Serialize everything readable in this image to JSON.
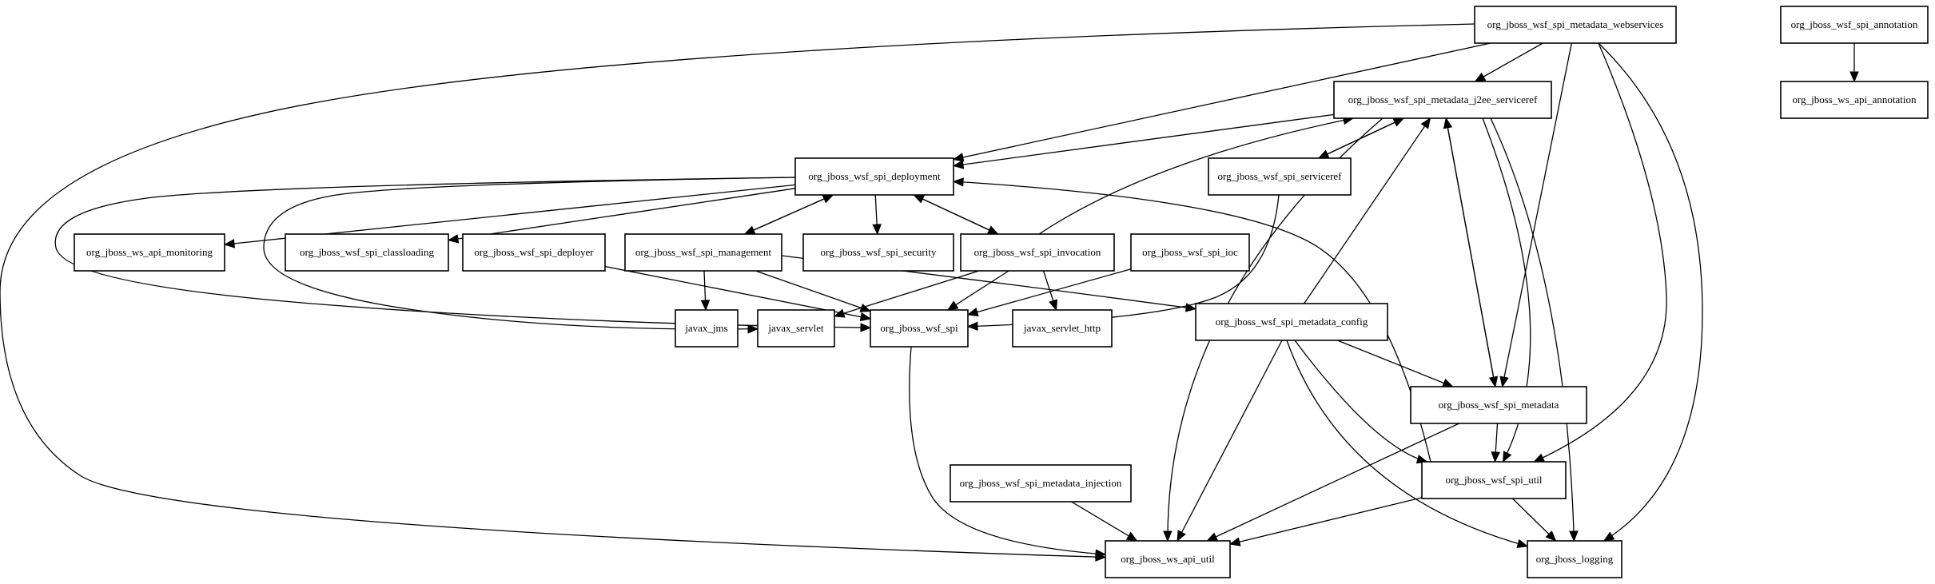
{
  "diagram": {
    "type": "dependency-graph",
    "nodes": [
      {
        "id": "webservices",
        "label": "org_jboss_wsf_spi_metadata_webservices"
      },
      {
        "id": "spi_annotation",
        "label": "org_jboss_wsf_spi_annotation"
      },
      {
        "id": "ws_api_annotation",
        "label": "org_jboss_ws_api_annotation"
      },
      {
        "id": "j2ee_serviceref",
        "label": "org_jboss_wsf_spi_metadata_j2ee_serviceref"
      },
      {
        "id": "deployment",
        "label": "org_jboss_wsf_spi_deployment"
      },
      {
        "id": "serviceref",
        "label": "org_jboss_wsf_spi_serviceref"
      },
      {
        "id": "ws_api_monitoring",
        "label": "org_jboss_ws_api_monitoring"
      },
      {
        "id": "classloading",
        "label": "org_jboss_wsf_spi_classloading"
      },
      {
        "id": "deployer",
        "label": "org_jboss_wsf_spi_deployer"
      },
      {
        "id": "management",
        "label": "org_jboss_wsf_spi_management"
      },
      {
        "id": "security",
        "label": "org_jboss_wsf_spi_security"
      },
      {
        "id": "invocation",
        "label": "org_jboss_wsf_spi_invocation"
      },
      {
        "id": "ioc",
        "label": "org_jboss_wsf_spi_ioc"
      },
      {
        "id": "javax_jms",
        "label": "javax_jms"
      },
      {
        "id": "javax_servlet",
        "label": "javax_servlet"
      },
      {
        "id": "wsf_spi",
        "label": "org_jboss_wsf_spi"
      },
      {
        "id": "javax_servlet_http",
        "label": "javax_servlet_http"
      },
      {
        "id": "metadata_config",
        "label": "org_jboss_wsf_spi_metadata_config"
      },
      {
        "id": "metadata",
        "label": "org_jboss_wsf_spi_metadata"
      },
      {
        "id": "metadata_injection",
        "label": "org_jboss_wsf_spi_metadata_injection"
      },
      {
        "id": "wsf_spi_util",
        "label": "org_jboss_wsf_spi_util"
      },
      {
        "id": "ws_api_util",
        "label": "org_jboss_ws_api_util"
      },
      {
        "id": "jboss_logging",
        "label": "org_jboss_logging"
      }
    ],
    "edges": [
      {
        "from": "webservices",
        "to": "ws_api_util"
      },
      {
        "from": "webservices",
        "to": "deployment"
      },
      {
        "from": "webservices",
        "to": "j2ee_serviceref"
      },
      {
        "from": "webservices",
        "to": "metadata"
      },
      {
        "from": "webservices",
        "to": "wsf_spi_util"
      },
      {
        "from": "webservices",
        "to": "jboss_logging"
      },
      {
        "from": "spi_annotation",
        "to": "ws_api_annotation"
      },
      {
        "from": "j2ee_serviceref",
        "to": "deployment"
      },
      {
        "from": "j2ee_serviceref",
        "to": "serviceref"
      },
      {
        "from": "j2ee_serviceref",
        "to": "ws_api_util"
      },
      {
        "from": "j2ee_serviceref",
        "to": "metadata"
      },
      {
        "from": "j2ee_serviceref",
        "to": "wsf_spi_util"
      },
      {
        "from": "j2ee_serviceref",
        "to": "jboss_logging"
      },
      {
        "from": "serviceref",
        "to": "j2ee_serviceref"
      },
      {
        "from": "serviceref",
        "to": "wsf_spi"
      },
      {
        "from": "deployment",
        "to": "ws_api_monitoring"
      },
      {
        "from": "deployment",
        "to": "classloading"
      },
      {
        "from": "deployment",
        "to": "management"
      },
      {
        "from": "deployment",
        "to": "security"
      },
      {
        "from": "deployment",
        "to": "invocation"
      },
      {
        "from": "deployment",
        "to": "javax_servlet"
      },
      {
        "from": "deployment",
        "to": "wsf_spi"
      },
      {
        "from": "deployer",
        "to": "wsf_spi"
      },
      {
        "from": "management",
        "to": "deployment"
      },
      {
        "from": "management",
        "to": "javax_jms"
      },
      {
        "from": "management",
        "to": "wsf_spi"
      },
      {
        "from": "management",
        "to": "metadata_config"
      },
      {
        "from": "invocation",
        "to": "deployment"
      },
      {
        "from": "invocation",
        "to": "j2ee_serviceref"
      },
      {
        "from": "invocation",
        "to": "javax_servlet"
      },
      {
        "from": "invocation",
        "to": "wsf_spi"
      },
      {
        "from": "invocation",
        "to": "javax_servlet_http"
      },
      {
        "from": "ioc",
        "to": "wsf_spi"
      },
      {
        "from": "wsf_spi",
        "to": "ws_api_util"
      },
      {
        "from": "metadata_config",
        "to": "j2ee_serviceref"
      },
      {
        "from": "metadata_config",
        "to": "metadata"
      },
      {
        "from": "metadata_config",
        "to": "wsf_spi_util"
      },
      {
        "from": "metadata_config",
        "to": "ws_api_util"
      },
      {
        "from": "metadata_config",
        "to": "jboss_logging"
      },
      {
        "from": "metadata",
        "to": "j2ee_serviceref"
      },
      {
        "from": "metadata",
        "to": "wsf_spi_util"
      },
      {
        "from": "metadata",
        "to": "ws_api_util"
      },
      {
        "from": "wsf_spi_util",
        "to": "deployment"
      },
      {
        "from": "wsf_spi_util",
        "to": "ws_api_util"
      },
      {
        "from": "wsf_spi_util",
        "to": "jboss_logging"
      },
      {
        "from": "metadata_injection",
        "to": "ws_api_util"
      }
    ]
  }
}
